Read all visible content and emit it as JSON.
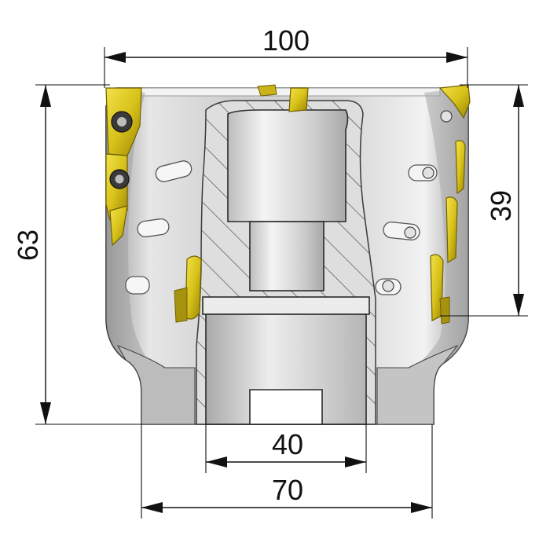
{
  "dimensions": {
    "width_top": "100",
    "height_total": "63",
    "height_insert": "39",
    "bore_diameter": "40",
    "body_diameter": "70"
  },
  "colors": {
    "insert": "#d8c21a",
    "insert_dark": "#8c7a05",
    "body_light": "#efefef",
    "body_mid": "#c9c9c9",
    "body_dark": "#8e8e8e",
    "section": "#d9d9d9",
    "ink": "#111111"
  }
}
